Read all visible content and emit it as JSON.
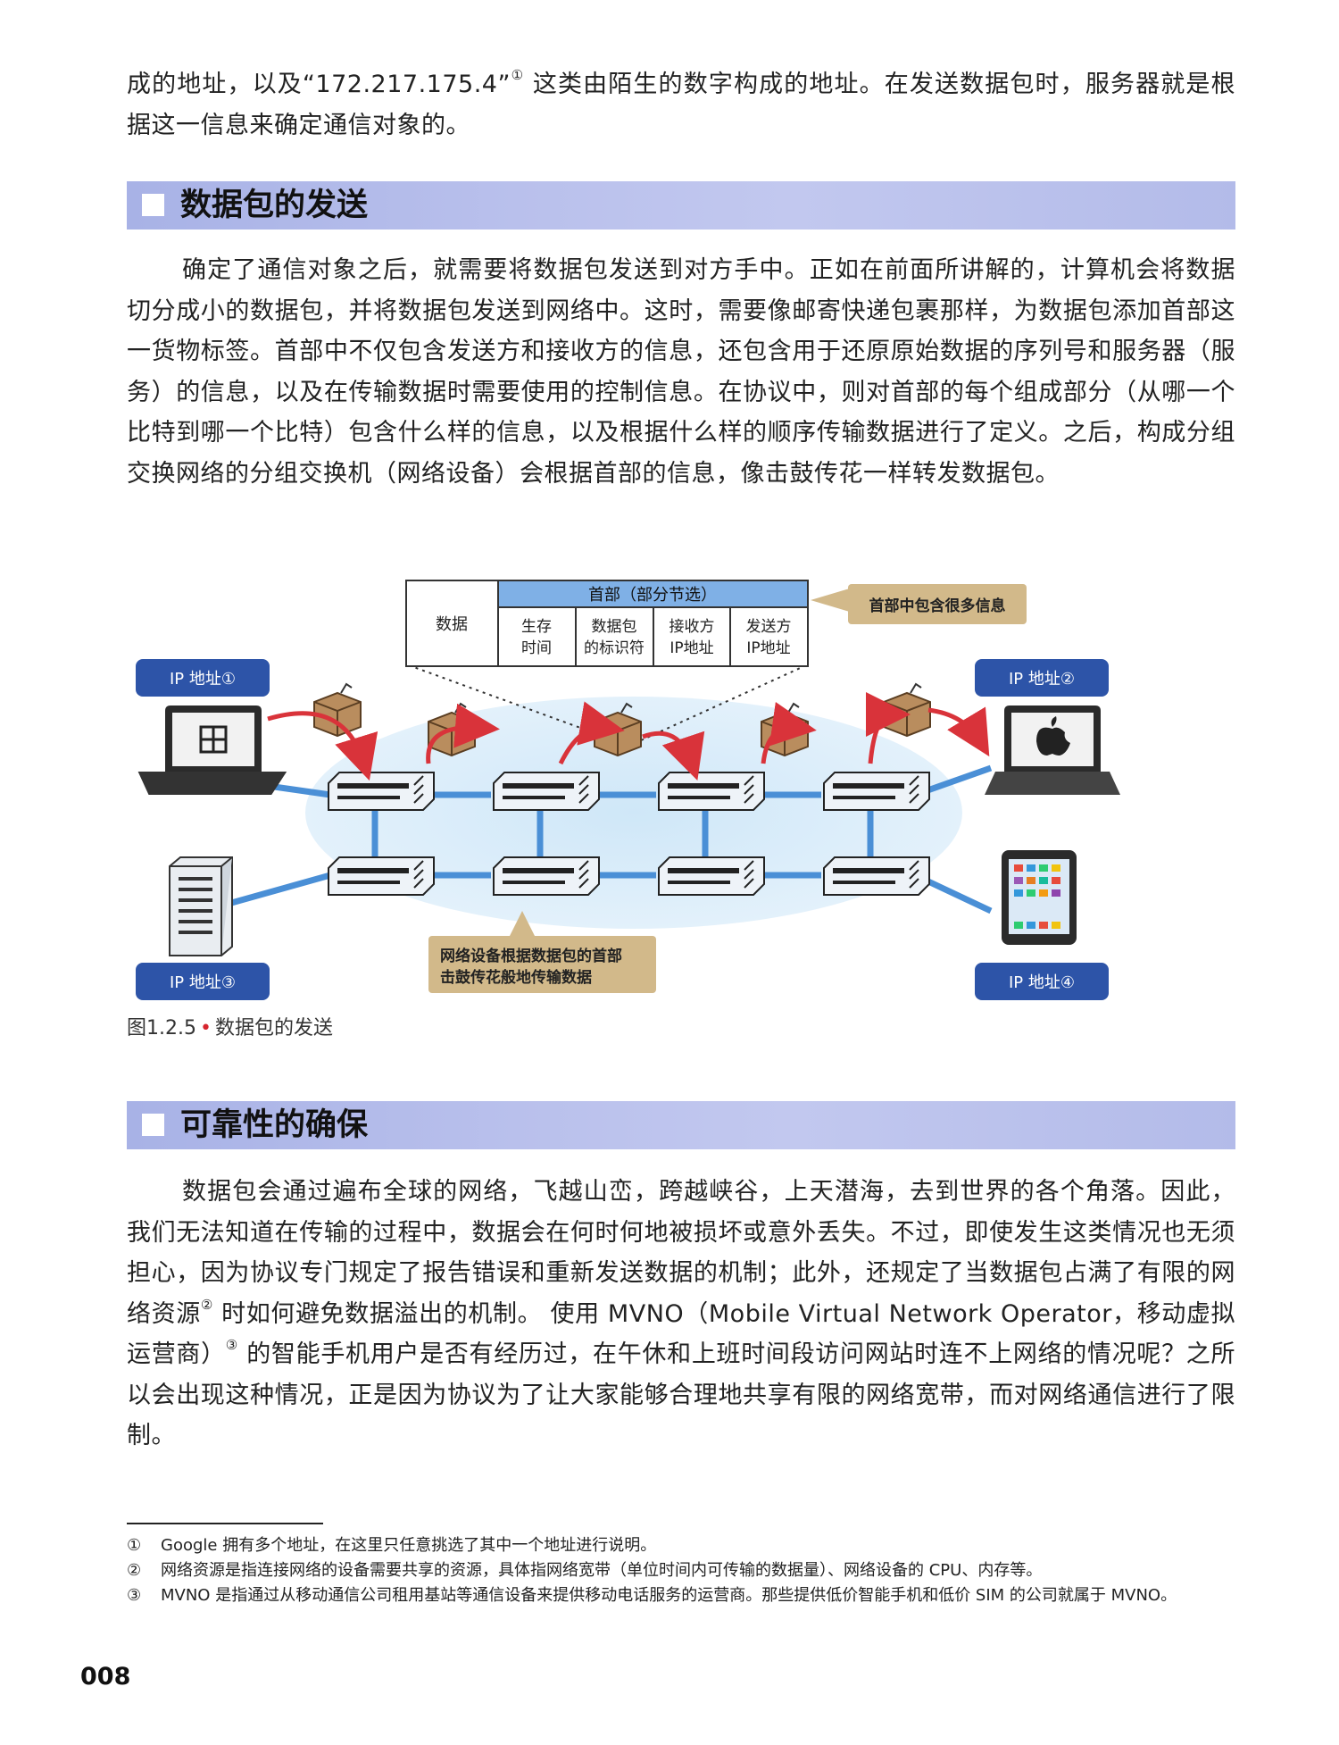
{
  "intro": {
    "text_a": "成的地址，以及“172.217.175.4”",
    "fn_mark": "①",
    "text_b": " 这类由陌生的数字构成的地址。在发送数据包时，服务器就是根据这一信息来确定通信对象的。"
  },
  "section1": {
    "title": "数据包的发送",
    "para": "确定了通信对象之后，就需要将数据包发送到对方手中。正如在前面所讲解的，计算机会将数据切分成小的数据包，并将数据包发送到网络中。这时，需要像邮寄快递包裹那样，为数据包添加首部这一货物标签。首部中不仅包含发送方和接收方的信息，还包含用于还原原始数据的序列号和服务器（服务）的信息，以及在传输数据时需要使用的控制信息。在协议中，则对首部的每个组成部分（从哪一个比特到哪一个比特）包含什么样的信息，以及根据什么样的顺序传输数据进行了定义。之后，构成分组交换网络的分组交换机（网络设备）会根据首部的信息，像击鼓传花一样转发数据包。"
  },
  "figure": {
    "table": {
      "data_cell": "数据",
      "header_title": "首部（部分节选）",
      "fields": [
        [
          "生存",
          "时间"
        ],
        [
          "数据包",
          "的标识符"
        ],
        [
          "接收方",
          "IP地址"
        ],
        [
          "发送方",
          "IP地址"
        ]
      ]
    },
    "callout_top": "首部中包含很多信息",
    "callout_bottom": [
      "网络设备根据数据包的首部",
      "击鼓传花般地传输数据"
    ],
    "ip_labels": [
      "IP 地址①",
      "IP 地址②",
      "IP 地址③",
      "IP 地址④"
    ],
    "caption_num": "图1.2.5",
    "caption_dot": "•",
    "caption_text": "数据包的发送",
    "colors": {
      "ip_label": "#2d54a8",
      "arrow": "#d9333a",
      "cable": "#4a8fd6",
      "callout": "#d2b98a",
      "header_fill": "#7fb0e6",
      "box": "#b98d5e"
    }
  },
  "section2": {
    "title": "可靠性的确保",
    "para_a": "数据包会通过遍布全球的网络，飞越山峦，跨越峡谷，上天潜海，去到世界的各个角落。因此，我们无法知道在传输的过程中，数据会在何时何地被损坏或意外丢失。不过，即使发生这类情况也无须担心，因为协议专门规定了报告错误和重新发送数据的机制；此外，还规定了当数据包占满了有限的网络资源",
    "fn2": "②",
    "para_b": " 时如何避免数据溢出的机制。 使用 MVNO（Mobile Virtual Network Operator，移动虚拟运营商）",
    "fn3": "③",
    "para_c": " 的智能手机用户是否有经历过，在午休和上班时间段访问网站时连不上网络的情况呢？之所以会出现这种情况，正是因为协议为了让大家能够合理地共享有限的网络宽带，而对网络通信进行了限制。"
  },
  "footnotes": [
    {
      "num": "①",
      "text": "Google 拥有多个地址，在这里只任意挑选了其中一个地址进行说明。"
    },
    {
      "num": "②",
      "text": "网络资源是指连接网络的设备需要共享的资源，具体指网络宽带（单位时间内可传输的数据量）、网络设备的 CPU、内存等。"
    },
    {
      "num": "③",
      "text": "MVNO 是指通过从移动通信公司租用基站等通信设备来提供移动电话服务的运营商。那些提供低价智能手机和低价 SIM 的公司就属于 MVNO。"
    }
  ],
  "page_number": "008"
}
